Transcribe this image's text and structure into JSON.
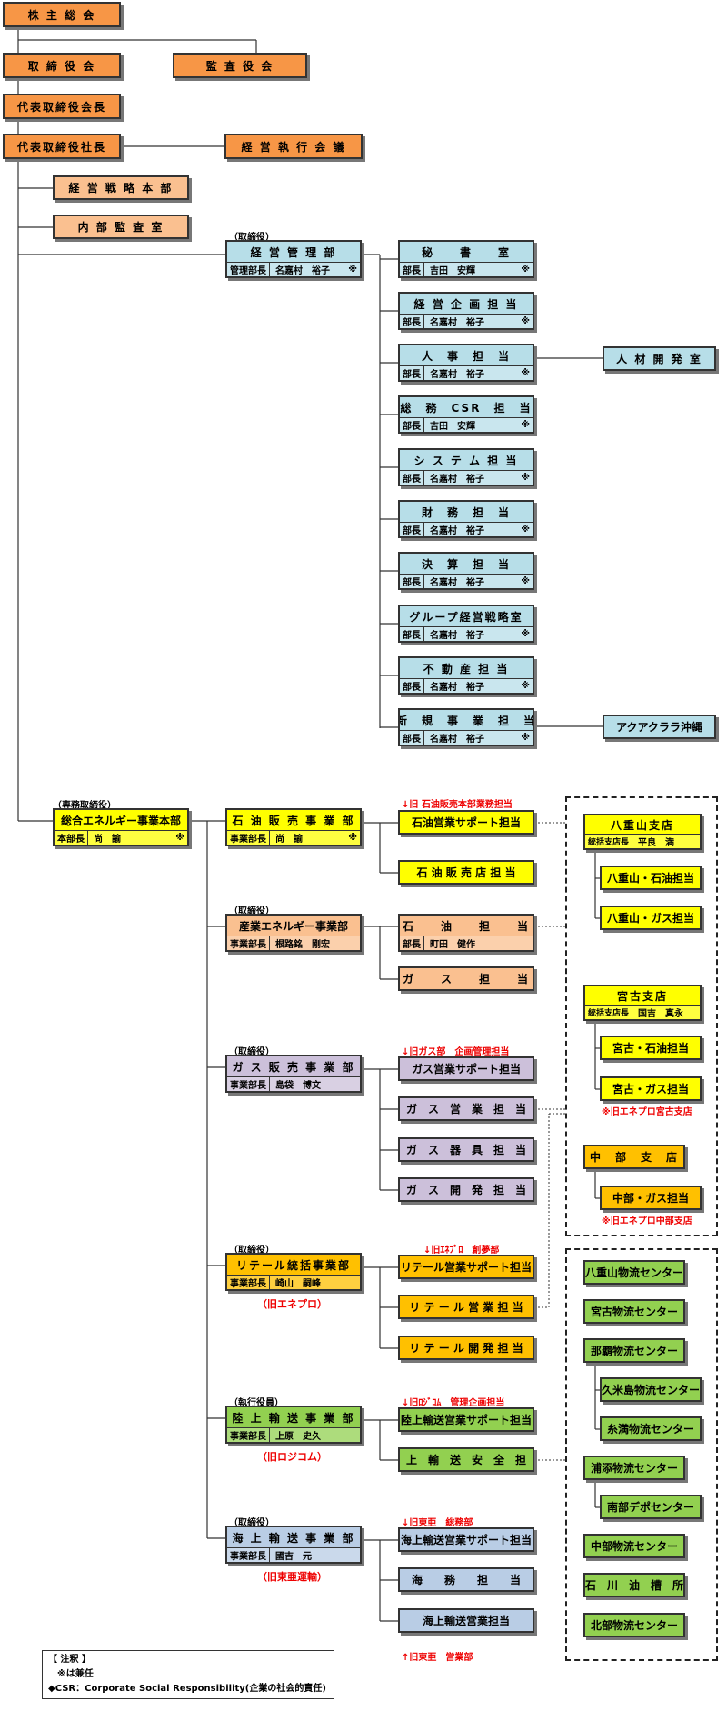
{
  "colors": {
    "executive": "#f79646",
    "staff_office": "#fac090",
    "management_division": "#b7dee8",
    "yellow": "#ffff00",
    "gas_division": "#ccc0da",
    "retail_division": "#ffc000",
    "land_transport": "#92d050",
    "marine_transport": "#b9cde5",
    "red_note": "#ee0000"
  },
  "top": {
    "shareholders": "株 主 総 会",
    "board": "取 締 役 会",
    "auditors": "監 査 役 会",
    "chairman": "代表取締役会長",
    "president": "代表取締役社長",
    "exec_committee": "経 営 執 行 会 議",
    "strategy": "経 営 戦 略 本 部",
    "internal_audit": "内 部 監 査 室"
  },
  "mgmt": {
    "caption": "（取締役）",
    "title": "経 営 管 理 部",
    "role": "管理部長",
    "person": "名嘉村　裕子",
    "mark": "※"
  },
  "mgmt_units": [
    {
      "title": "秘　　書　　室",
      "role": "部長",
      "person": "吉田　安輝",
      "mark": "※"
    },
    {
      "title": "経 営 企 画 担 当",
      "role": "部長",
      "person": "名嘉村　裕子",
      "mark": "※"
    },
    {
      "title": "人　事　担　当",
      "role": "部長",
      "person": "名嘉村　裕子",
      "mark": "※"
    },
    {
      "title": "総　務　CSR　担　当",
      "role": "部長",
      "person": "吉田　安輝",
      "mark": "※"
    },
    {
      "title": "シ ス テ ム 担 当",
      "role": "部長",
      "person": "名嘉村　裕子",
      "mark": "※"
    },
    {
      "title": "財　務　担　当",
      "role": "部長",
      "person": "名嘉村　裕子",
      "mark": "※"
    },
    {
      "title": "決　算　担　当",
      "role": "部長",
      "person": "名嘉村　裕子",
      "mark": "※"
    },
    {
      "title": "グループ経営戦略室",
      "role": "部長",
      "person": "名嘉村　裕子",
      "mark": "※"
    },
    {
      "title": "不 動 産 担 当",
      "role": "部長",
      "person": "名嘉村　裕子",
      "mark": "※"
    },
    {
      "title": "新　規　事　業　担　当",
      "role": "部長",
      "person": "名嘉村　裕子",
      "mark": "※"
    }
  ],
  "hr_dev": "人 材 開 発 室",
  "aqua": "アクアクララ沖縄",
  "energy_hq": {
    "caption": "（専務取締役）",
    "title": "総合エネルギー事業本部",
    "role": "本部長",
    "person": "尚　諭",
    "mark": "※"
  },
  "oil": {
    "title": "石 油 販 売 事 業 部",
    "role": "事業部長",
    "person": "尚　諭",
    "mark": "※",
    "red": "↓旧 石油販売本部業務担当",
    "units": [
      "石油営業サポート担当",
      "石 油 販 売 店 担 当"
    ]
  },
  "industry": {
    "caption": "（取締役）",
    "title": "産業エネルギー事業部",
    "role": "事業部長",
    "person": "根路銘　剛宏",
    "unit1": {
      "title": "石　　油　　担　　当",
      "role": "部長",
      "person": "町田　健作"
    },
    "unit2": "ガ　　ス　　担　　当"
  },
  "gas": {
    "caption": "（取締役）",
    "title": "ガ ス 販 売 事 業 部",
    "role": "事業部長",
    "person": "島袋　博文",
    "red": "↓旧ガス部　企画管理担当",
    "units": [
      "ガス営業サポート担当",
      "ガ　ス　営　業　担　当",
      "ガ　ス　器　具　担　当",
      "ガ　ス　開　発　担　当"
    ]
  },
  "retail": {
    "caption": "（取締役）",
    "title": "リテール統括事業部",
    "role": "事業部長",
    "person": "崎山　嗣峰",
    "old": "（旧エネプロ）",
    "red": "↓旧ｴﾈﾌﾟﾛ　創夢部",
    "units": [
      "リテール営業サポート担当",
      "リ テ ー ル 営 業 担 当",
      "リ テ ー ル 開 発 担 当"
    ]
  },
  "land": {
    "caption": "（執行役員）",
    "title": "陸 上 輸 送 事 業 部",
    "role": "事業部長",
    "person": "上原　史久",
    "old": "（旧ロジコム）",
    "red": "↓旧ﾛｼﾞｺﾑ　管理企画担当",
    "units": [
      "陸上輸送営業サポート担当",
      "陸　上　輸　送　安　全　担　当"
    ]
  },
  "marine": {
    "caption": "（取締役）",
    "title": "海 上 輸 送 事 業 部",
    "role": "事業部長",
    "person": "國吉　元",
    "old": "（旧東亜運輸）",
    "red_top": "↓旧東亜　総務部",
    "red_bottom": "↑旧東亜　営業部",
    "units": [
      "海上輸送営業サポート担当",
      "海　　務　　担　　当",
      "海上輸送営業担当"
    ]
  },
  "yaeyama": {
    "title": "八重山支店",
    "role": "統括支店長",
    "person": "平良　満",
    "units": [
      "八重山・石油担当",
      "八重山・ガス担当"
    ]
  },
  "miyako": {
    "title": "宮古支店",
    "role": "統括支店長",
    "person": "国吉　真永",
    "units": [
      "宮古・石油担当",
      "宮古・ガス担当"
    ],
    "note": "※旧エネプロ宮古支店"
  },
  "chubu": {
    "title": "中　部　支　店",
    "units": [
      "中部・ガス担当"
    ],
    "note": "※旧エネプロ中部支店"
  },
  "logistics": [
    "八重山物流センター",
    "宮古物流センター",
    "那覇物流センター",
    "久米島物流センター",
    "糸満物流センター",
    "浦添物流センター",
    "南部デポセンター",
    "中部物流センター",
    "石　川　油　槽　所",
    "北部物流センター"
  ],
  "notes": {
    "title": "【 注釈 】",
    "line1": "※は兼任",
    "line2": "◆CSR：Corporate Social Responsibility(企業の社会的責任)"
  }
}
